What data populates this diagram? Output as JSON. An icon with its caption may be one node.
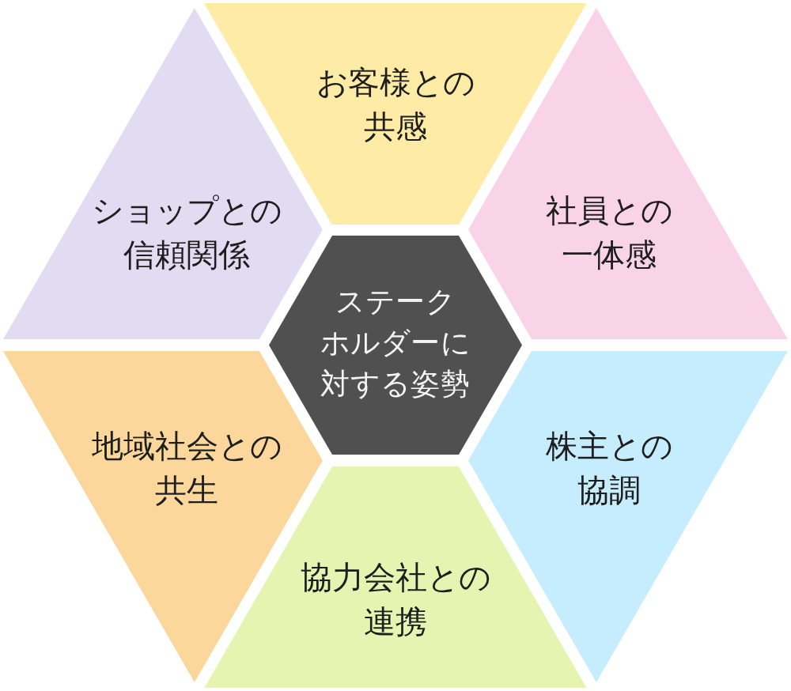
{
  "diagram": {
    "nodes": [
      {
        "text": [
          "お客様との共感"
        ]
      },
      {
        "text": [
          "ショップとの信頼関係"
        ]
      },
      {
        "text": [
          "社員との一体感"
        ]
      },
      {
        "text": [
          "ステークホルダーに対する姿勢"
        ]
      },
      {
        "text": [
          "地域社会との共生"
        ]
      },
      {
        "text": [
          "株主との協調"
        ]
      },
      {
        "text": [
          "協力会社との連携"
        ]
      }
    ]
  }
}
